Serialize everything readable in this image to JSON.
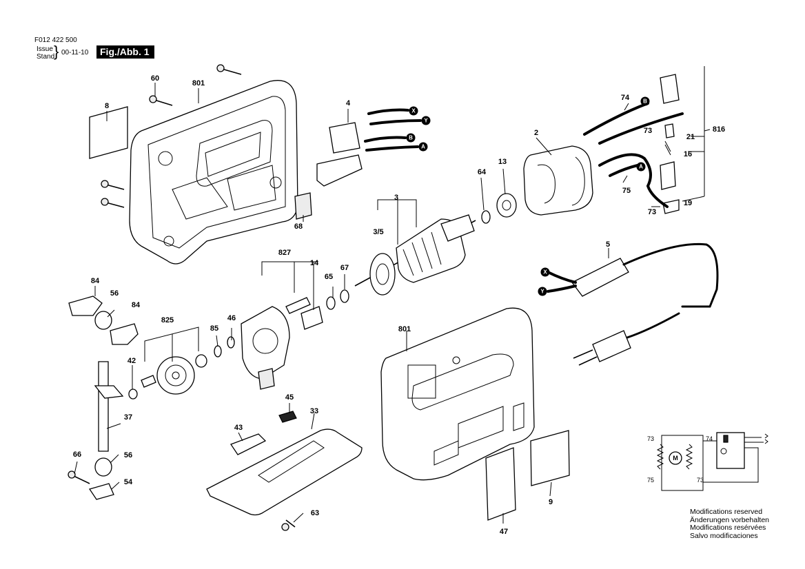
{
  "header": {
    "part_number": "F012 422 500",
    "issue_label": "Issue",
    "stand_label": "Stand",
    "date": "00-11-10",
    "figure": "Fig./Abb. 1"
  },
  "labels": {
    "l_60": "60",
    "l_801a": "801",
    "l_8": "8",
    "l_4": "4",
    "l_74": "74",
    "l_2": "2",
    "l_816": "816",
    "l_21": "21",
    "l_16": "16",
    "l_73a": "73",
    "l_75a": "75",
    "l_73b": "73",
    "l_19": "19",
    "l_13": "13",
    "l_64": "64",
    "l_3": "3",
    "l_35": "3/5",
    "l_68": "68",
    "l_827": "827",
    "l_14": "14",
    "l_67": "67",
    "l_65": "65",
    "l_84a": "84",
    "l_56a": "56",
    "l_84b": "84",
    "l_825": "825",
    "l_85": "85",
    "l_46": "46",
    "l_42": "42",
    "l_37": "37",
    "l_66": "66",
    "l_56b": "56",
    "l_54": "54",
    "l_5": "5",
    "l_801b": "801",
    "l_45": "45",
    "l_33": "33",
    "l_43": "43",
    "l_63": "63",
    "l_9": "9",
    "l_47": "47"
  },
  "wire_markers": {
    "m1": "X",
    "m2": "Y",
    "m3": "B",
    "m4": "A",
    "m5": "B",
    "m6": "A",
    "m7": "X",
    "m8": "Y"
  },
  "schematic": {
    "m_label": "M",
    "s73a": "73",
    "s74": "74",
    "s75": "75",
    "s73b": "73"
  },
  "notes": [
    "Modifications reserved",
    "Änderungen vorbehalten",
    "Modifications resérvées",
    "Salvo modificaciones"
  ]
}
